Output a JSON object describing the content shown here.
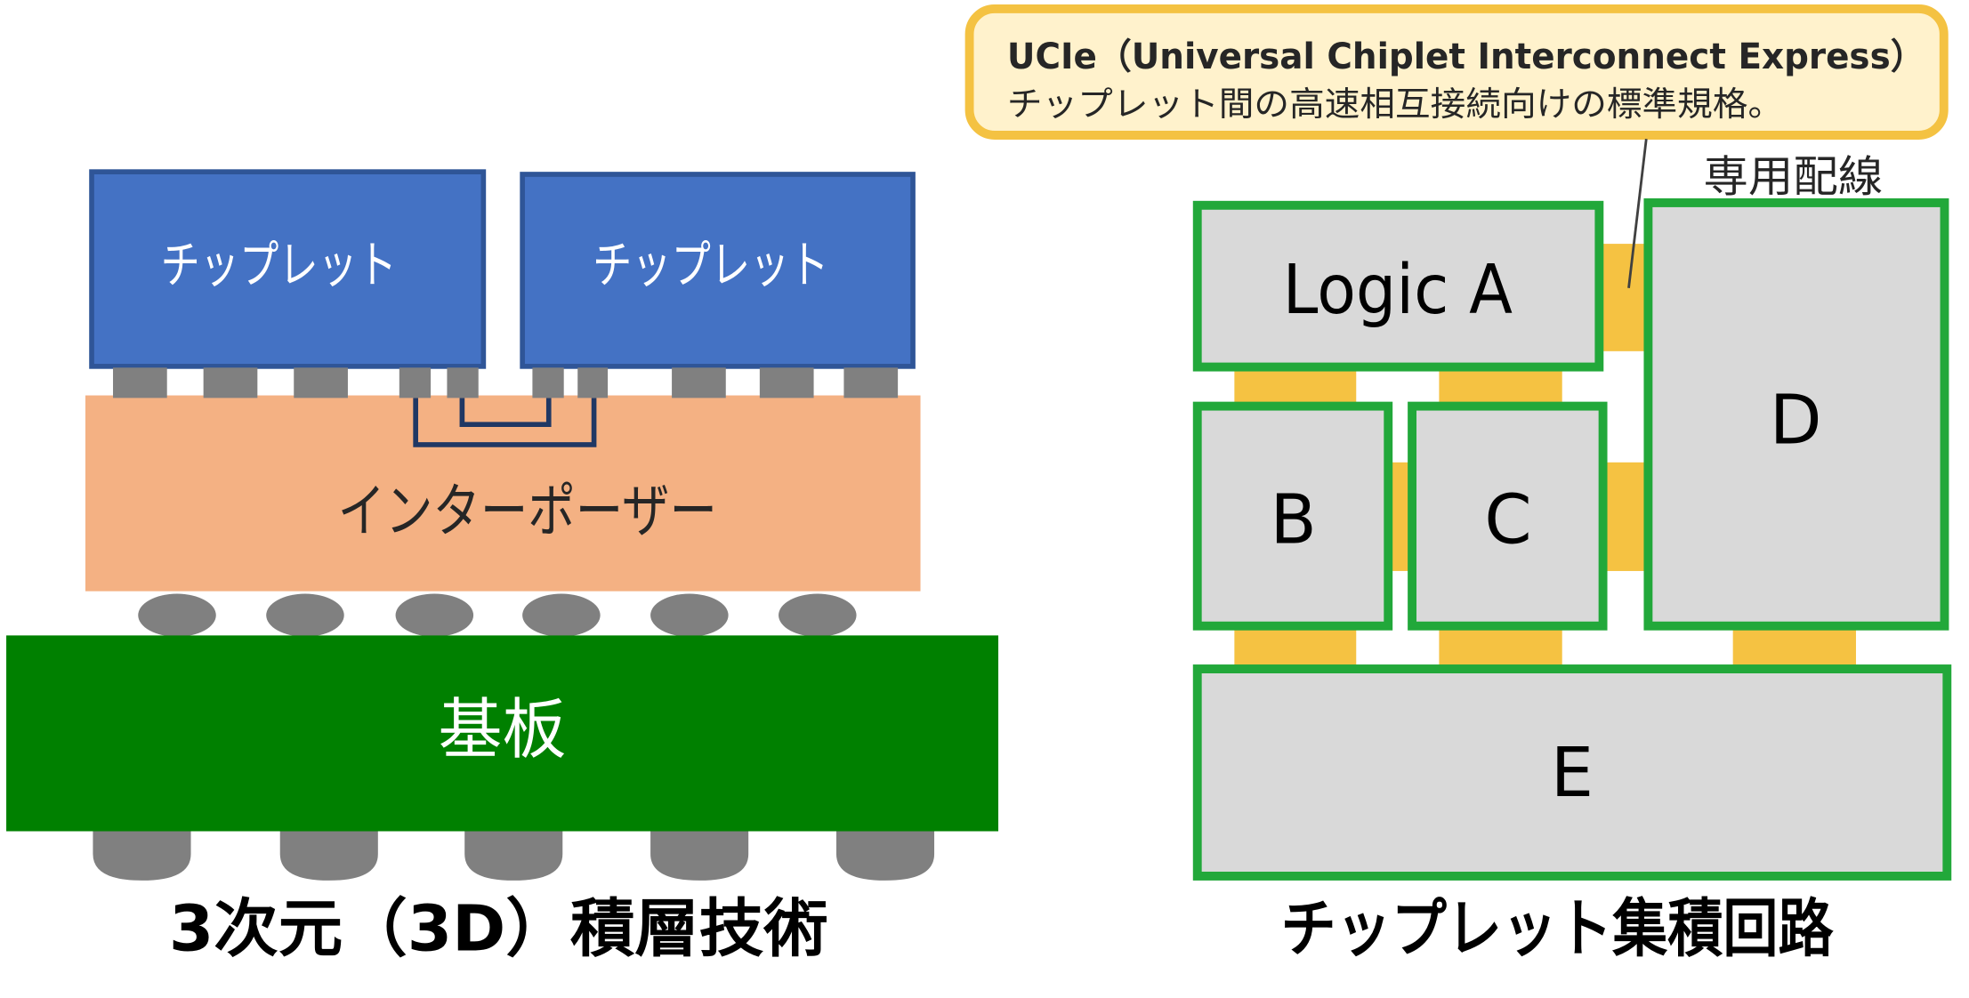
{
  "left_diagram": {
    "chiplets": [
      {
        "label": "チップレット"
      },
      {
        "label": "チップレット"
      }
    ],
    "interposer_label": "インターポーザー",
    "substrate_label": "基板",
    "caption": "3次元（3D）積層技術"
  },
  "right_diagram": {
    "callout": {
      "title": "UCIe（Universal Chiplet Interconnect Express）",
      "description": "チップレット間の高速相互接続向けの標準規格。"
    },
    "dedicated_wiring_label": "専用配線",
    "blocks": {
      "logic_a": "Logic A",
      "b": "B",
      "c": "C",
      "d": "D",
      "e": "E"
    },
    "caption": "チップレット集積回路"
  },
  "colors": {
    "chiplet_fill": "#4472C4",
    "chiplet_border": "#2F5597",
    "bump": "#808080",
    "interposer": "#F4B183",
    "wiring": "#203864",
    "substrate": "#008000",
    "block_fill": "#D9D9D9",
    "block_border": "#22A83A",
    "connector": "#F5C242",
    "callout_fill": "#FFF2CC",
    "callout_border": "#F4C242"
  }
}
